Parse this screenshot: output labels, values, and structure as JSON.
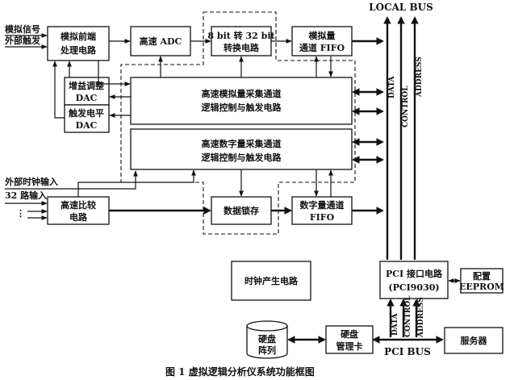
{
  "signals": {
    "analog_input": "模拟信号",
    "external_trigger": "外部触发",
    "external_clock": "外部时钟输入",
    "channels_32": "32 路输入",
    "dots": "⋮"
  },
  "blocks": {
    "analog_frontend": [
      "模拟前端",
      "处理电路"
    ],
    "high_speed_adc": "高速 ADC",
    "bit_converter": [
      "8 bit 转 32 bit",
      "转换电路"
    ],
    "analog_fifo": [
      "模拟量",
      "通道 FIFO"
    ],
    "gain_dac": [
      "增益调整",
      "DAC"
    ],
    "trigger_dac": [
      "触发电平",
      "DAC"
    ],
    "analog_logic": [
      "高速模拟量采集通道",
      "逻辑控制与触发电路"
    ],
    "digital_logic": [
      "高速数字量采集通道",
      "逻辑控制与触发电路"
    ],
    "comparator": [
      "高速比较",
      "电路"
    ],
    "data_latch": "数据锁存",
    "digital_fifo": [
      "数字量通道",
      "FIFO"
    ],
    "clock_gen": "时钟产生电路",
    "pci_interface": [
      "PCI 接口电路",
      "(PCI9030)"
    ],
    "eeprom": [
      "配置",
      "EEPROM"
    ],
    "disk_array": [
      "硬盘",
      "阵列"
    ],
    "disk_manager": [
      "硬盘",
      "管理卡"
    ],
    "server": "服务器"
  },
  "buses": {
    "local_bus": "LOCAL BUS",
    "data": "DATA",
    "control": "CONTROL",
    "address": "ADDRESS",
    "pci_bus": "PCI BUS"
  },
  "caption": "图 1  虚拟逻辑分析仪系统功能框图"
}
